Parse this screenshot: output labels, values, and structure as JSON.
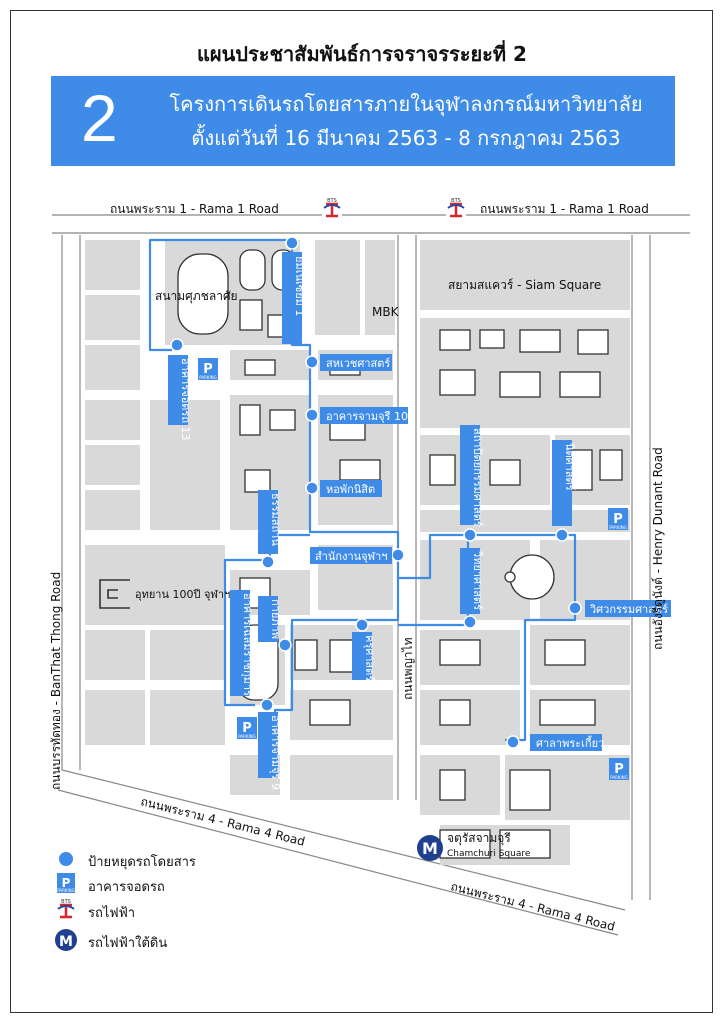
{
  "title": "แผนประชาสัมพันธ์การจราจรระยะที่ 2",
  "banner": {
    "number": "2",
    "line1": "โครงการเดินรถโดยสารภายในจุฬาลงกรณ์มหาวิทยาลัย",
    "line2": "ตั้งแต่วันที่ 16 มีนาคม 2563 - 8 กรกฎาคม 2563"
  },
  "colors": {
    "route": "#3f8be8",
    "block": "#d9d9d9",
    "stop": "#3f8be8",
    "road_edge": "#888888"
  },
  "roads": {
    "rama1_left": "ถนนพระราม 1 - Rama 1 Road",
    "rama1_right": "ถนนพระราม 1 - Rama 1 Road",
    "rama4_left": "ถนนพระราม 4 - Rama 4 Road",
    "rama4_right": "ถนนพระราม 4 - Rama 4 Road",
    "banthat": "ถนนบรรทัดทอง - BanThat Thong Road",
    "henry": "ถนนอังรีดูนังต์ - Henry Dunant Road",
    "phayathai": "ถนนพญาไท"
  },
  "places": {
    "stadium": "สนามศุภชลาศัย",
    "mbk": "MBK",
    "siam_square": "สยามสแควร์ - Siam Square",
    "park": "อุทยาน 100ปี จุฬาฯ",
    "chamchuri_th": "จตุรัสจามจุรี",
    "chamchuri_en": "Chamchuri Square"
  },
  "stops": [
    "ยิมเนเซียม 1",
    "อาคารจอดรถ 13",
    "สหเวชศาสตร์",
    "อาคารจามจุรี 10",
    "หอพักนิสิต",
    "ธรรมสถาน",
    "สำนักงานจุฬาฯ",
    "อาคารเฉลิมราชกุมารี",
    "กายภาพ",
    "อาคารจามจุรี 9",
    "ครุศาสตร์",
    "สถาปัตยกรรมศาสตร์",
    "นิติศาสตร์",
    "วิศวกรรมศาสตร์",
    "วิทยาศาสตร์",
    "ศาลาพระเกี้ยว"
  ],
  "bts_badge": "BTS",
  "parking_badge": "P",
  "parking_sub": "PARKING",
  "mrt_badge": "M",
  "legend": {
    "stop": "ป้ายหยุดรถโดยสาร",
    "parking": "อาคารจอดรถ",
    "bts": "รถไฟฟ้า",
    "mrt": "รถไฟฟ้าใต้ดิน"
  }
}
